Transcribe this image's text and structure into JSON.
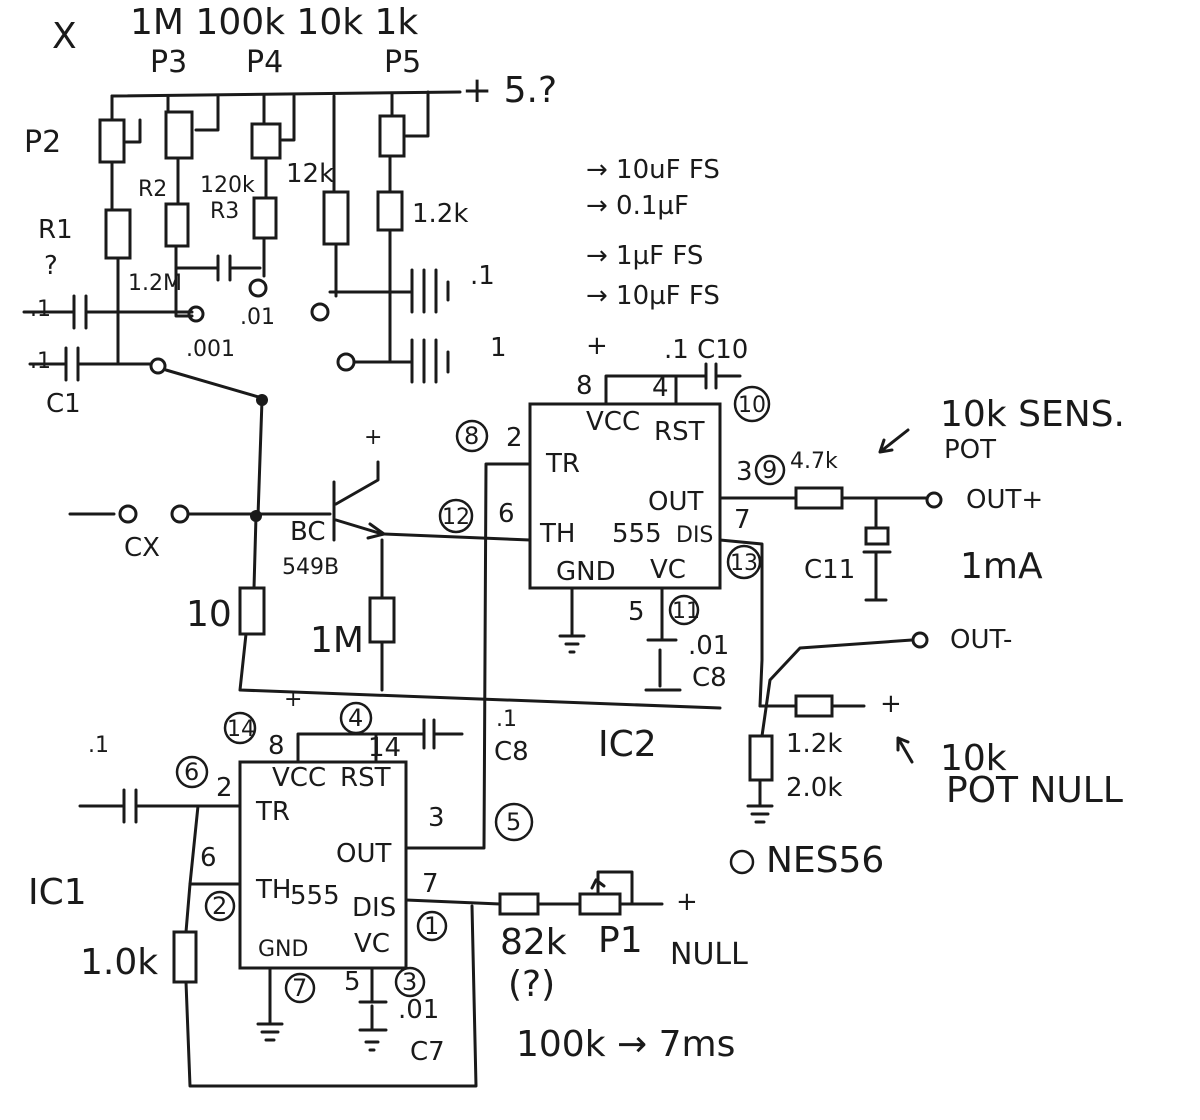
{
  "header": {
    "x_mark": "X",
    "pot_values": "1M    100k 10k   1k",
    "p3": "P3",
    "p4": "P4",
    "p5": "P5",
    "supply": "+ 5.?"
  },
  "labels": {
    "p2": "P2",
    "r2": "R2",
    "r3_top": "120k",
    "r3": "R3",
    "r12k": "12k",
    "r12k_low": "1.2k",
    "r1": "R1",
    "r1_q": "?",
    "r12m": "1.2M",
    "c001": ".001",
    "c01": ".01",
    "c1a": ".1",
    "c1b": "1",
    "c_left1": ".1",
    "c_left2": ".1",
    "c1_label": "C1",
    "cx": "CX",
    "bc": "BC",
    "bc549": "549B",
    "r10": "10",
    "r1m": "1M",
    "plus_top": "+",
    "plus_pwr": "+",
    "note1": "→ 10uF FS",
    "note2": "→ 0.1µF",
    "note3": "→ 1µF FS",
    "note4": "→ 10µF FS",
    "c10_val": ".1 C10",
    "c10_plus": "+"
  },
  "ic2": {
    "vcc": "VCC",
    "rst": "RST",
    "tr": "TR",
    "out": "OUT",
    "th": "TH",
    "name": "555",
    "dis": "DIS",
    "gnd": "GND",
    "vc": "VC",
    "pin8": "8",
    "pin4": "4",
    "pin2": "2",
    "pin6": "6",
    "pin3": "3",
    "pin7": "7",
    "pin5": "5",
    "c8_top": ".01",
    "c8_lbl": "C8",
    "r47k": "4.7k",
    "c11": "C11",
    "out_plus": "OUT+",
    "ma": "1mA",
    "sens": "10k  SENS.",
    "sens_pot": "POT",
    "out_minus": "OUT-",
    "r12k": "1.2k",
    "r20k": "2.0k",
    "null_pot": "10k",
    "null_pot2": "POT  NULL",
    "ic2_lbl": "IC2",
    "nes": "NES56",
    "circ8": "8",
    "circ12": "12",
    "circ10": "10",
    "circ9": "9",
    "circ13": "13",
    "circ11": "11"
  },
  "ic1": {
    "vcc": "VCC",
    "rst": "RST",
    "tr": "TR",
    "out": "OUT",
    "th": "TH",
    "name": "555",
    "dis": "DIS",
    "gnd": "GND",
    "vc": "VC",
    "pin8": "8",
    "pin4": "14",
    "pin2": "2",
    "pin6": "6",
    "pin3": "3",
    "pin7": "7",
    "pin5": "5",
    "c8_top": ".1",
    "c8_lbl": "C8",
    "c7_top": ".01",
    "c7_lbl": "C7",
    "ic1_lbl": "IC1",
    "r10k": "1.0k",
    "r82k": "82k",
    "r82q": "(?)",
    "p1": "P1",
    "null": "NULL",
    "plus": "+",
    "timing": "100k  → 7ms",
    "cap_left": ".1",
    "circ14": "14",
    "circ4": "4",
    "circ6": "6",
    "circ2": "2",
    "circ5": "5",
    "circ1": "1",
    "circ7": "7",
    "circ3": "3"
  }
}
